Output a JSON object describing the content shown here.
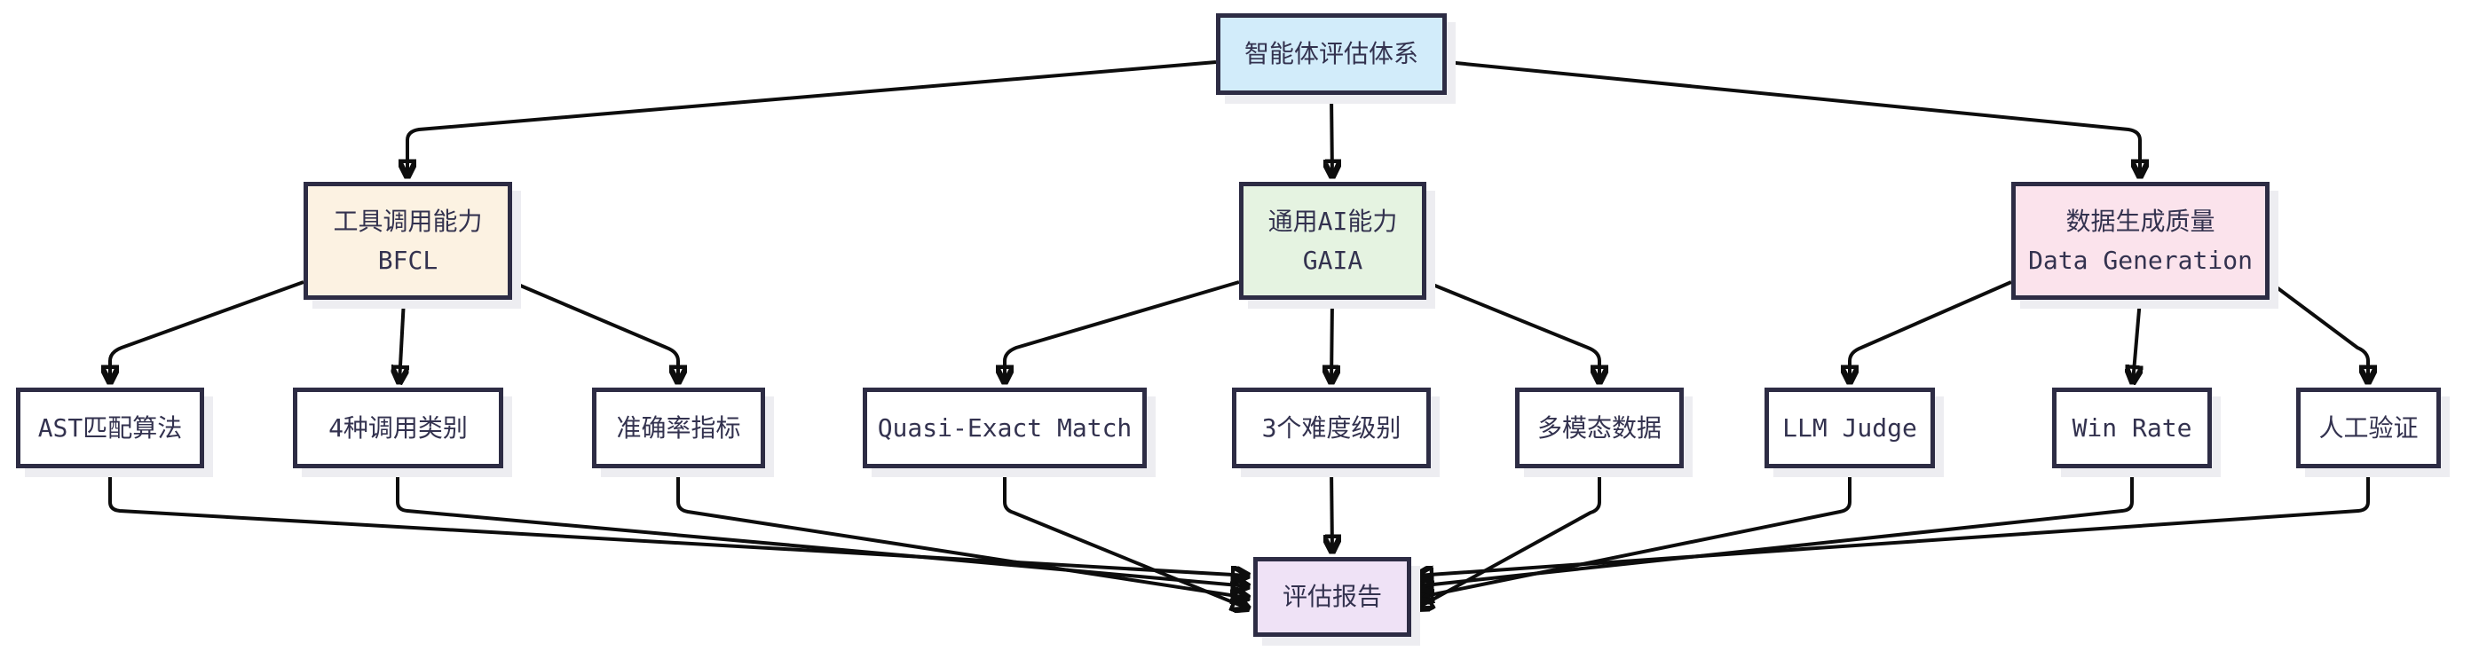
{
  "diagram_title": "智能体评估体系",
  "nodes": {
    "root": {
      "label": "智能体评估体系"
    },
    "tool": {
      "label": "工具调用能力",
      "sublabel": "BFCL"
    },
    "general": {
      "label": "通用AI能力",
      "sublabel": "GAIA"
    },
    "datagen": {
      "label": "数据生成质量",
      "sublabel": "Data Generation"
    },
    "leaf1": {
      "label": "AST匹配算法"
    },
    "leaf2": {
      "label": "4种调用类别"
    },
    "leaf3": {
      "label": "准确率指标"
    },
    "leaf4": {
      "label": "Quasi-Exact Match"
    },
    "leaf5": {
      "label": "3个难度级别"
    },
    "leaf6": {
      "label": "多模态数据"
    },
    "leaf7": {
      "label": "LLM Judge"
    },
    "leaf8": {
      "label": "Win Rate"
    },
    "leaf9": {
      "label": "人工验证"
    },
    "report": {
      "label": "评估报告"
    }
  },
  "edges": [
    {
      "from": "root",
      "to": "tool"
    },
    {
      "from": "root",
      "to": "general"
    },
    {
      "from": "root",
      "to": "datagen"
    },
    {
      "from": "tool",
      "to": "leaf1"
    },
    {
      "from": "tool",
      "to": "leaf2"
    },
    {
      "from": "tool",
      "to": "leaf3"
    },
    {
      "from": "general",
      "to": "leaf4"
    },
    {
      "from": "general",
      "to": "leaf5"
    },
    {
      "from": "general",
      "to": "leaf6"
    },
    {
      "from": "datagen",
      "to": "leaf7"
    },
    {
      "from": "datagen",
      "to": "leaf8"
    },
    {
      "from": "datagen",
      "to": "leaf9"
    },
    {
      "from": "leaf1",
      "to": "report"
    },
    {
      "from": "leaf2",
      "to": "report"
    },
    {
      "from": "leaf3",
      "to": "report"
    },
    {
      "from": "leaf4",
      "to": "report"
    },
    {
      "from": "leaf5",
      "to": "report"
    },
    {
      "from": "leaf6",
      "to": "report"
    },
    {
      "from": "leaf7",
      "to": "report"
    },
    {
      "from": "leaf8",
      "to": "report"
    },
    {
      "from": "leaf9",
      "to": "report"
    }
  ],
  "colors": {
    "root_fill": "#d2ecfa",
    "tool_fill": "#fcf2e2",
    "general_fill": "#e5f3e1",
    "datagen_fill": "#fbe3ec",
    "leaf_fill": "#ffffff",
    "report_fill": "#efe2f6",
    "border": "#2d2c44",
    "text": "#33324f",
    "edge": "#0d0d0d"
  }
}
